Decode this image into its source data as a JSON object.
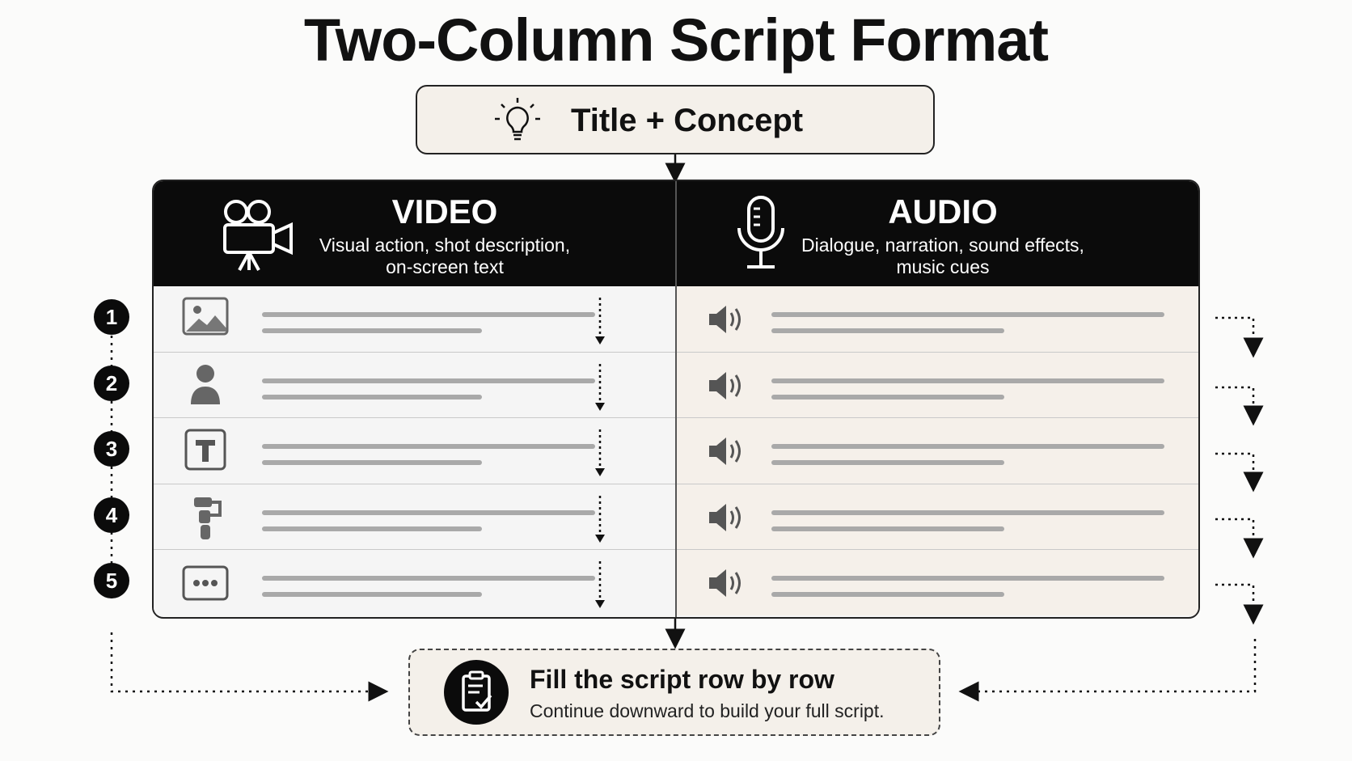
{
  "title": "Two-Column Script Format",
  "concept": {
    "label": "Title + Concept",
    "icon": "lightbulb-icon"
  },
  "columns": {
    "video": {
      "title": "VIDEO",
      "subtitle_line1": "Visual action, shot description,",
      "subtitle_line2": "on-screen text",
      "icon": "film-camera-icon"
    },
    "audio": {
      "title": "AUDIO",
      "subtitle_line1": "Dialogue, narration, sound effects,",
      "subtitle_line2": "music cues",
      "icon": "microphone-icon"
    }
  },
  "rows": [
    {
      "number": "1",
      "video_icon": "image-icon",
      "audio_icon": "speaker-icon"
    },
    {
      "number": "2",
      "video_icon": "person-icon",
      "audio_icon": "speaker-icon"
    },
    {
      "number": "3",
      "video_icon": "text-icon",
      "audio_icon": "speaker-icon"
    },
    {
      "number": "4",
      "video_icon": "gimbal-icon",
      "audio_icon": "speaker-icon"
    },
    {
      "number": "5",
      "video_icon": "more-icon",
      "audio_icon": "speaker-icon"
    }
  ],
  "footer": {
    "title": "Fill the script row by row",
    "subtitle": "Continue downward to build your full script.",
    "icon": "clipboard-check-icon"
  },
  "colors": {
    "header_bg": "#0b0b0b",
    "concept_bg": "#f4f0ea",
    "video_bg": "#f5f5f5",
    "audio_bg": "#f5f0ea",
    "line_gray": "#a9a9a9"
  }
}
